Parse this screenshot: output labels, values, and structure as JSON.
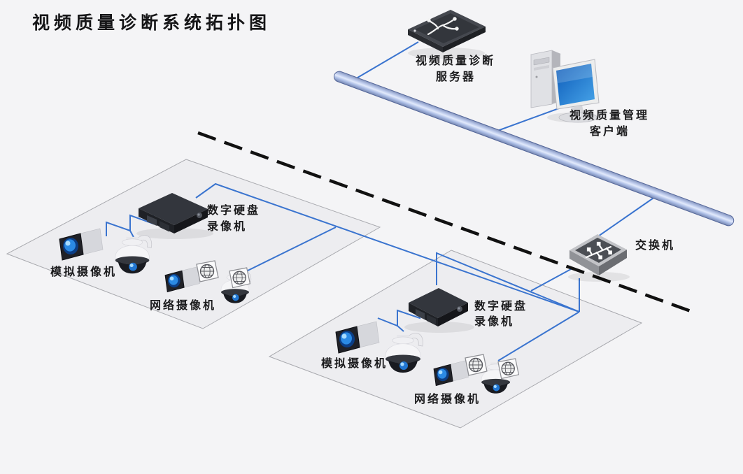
{
  "title": "视频质量诊断系统拓扑图",
  "colors": {
    "background": "#f4f4f6",
    "zone_fill": "#ededf0",
    "zone_border": "#a8a9ae",
    "link_blue": "#3a74cf",
    "dashed_line": "#111111",
    "screen_blue": "#1e7ad4"
  },
  "nodes": {
    "server": {
      "label": [
        "视频质量诊断",
        "服务器"
      ]
    },
    "client": {
      "label": [
        "视频质量管理",
        "客户端"
      ]
    },
    "switch": {
      "label": "交换机"
    },
    "zone1": {
      "dvr": {
        "label": [
          "数字硬盘",
          "录像机"
        ]
      },
      "analog_camera": {
        "label": "模拟摄像机"
      },
      "network_camera": {
        "label": "网络摄像机"
      }
    },
    "zone2": {
      "dvr": {
        "label": [
          "数字硬盘",
          "录像机"
        ]
      },
      "analog_camera": {
        "label": "模拟摄像机"
      },
      "network_camera": {
        "label": "网络摄像机"
      }
    }
  }
}
